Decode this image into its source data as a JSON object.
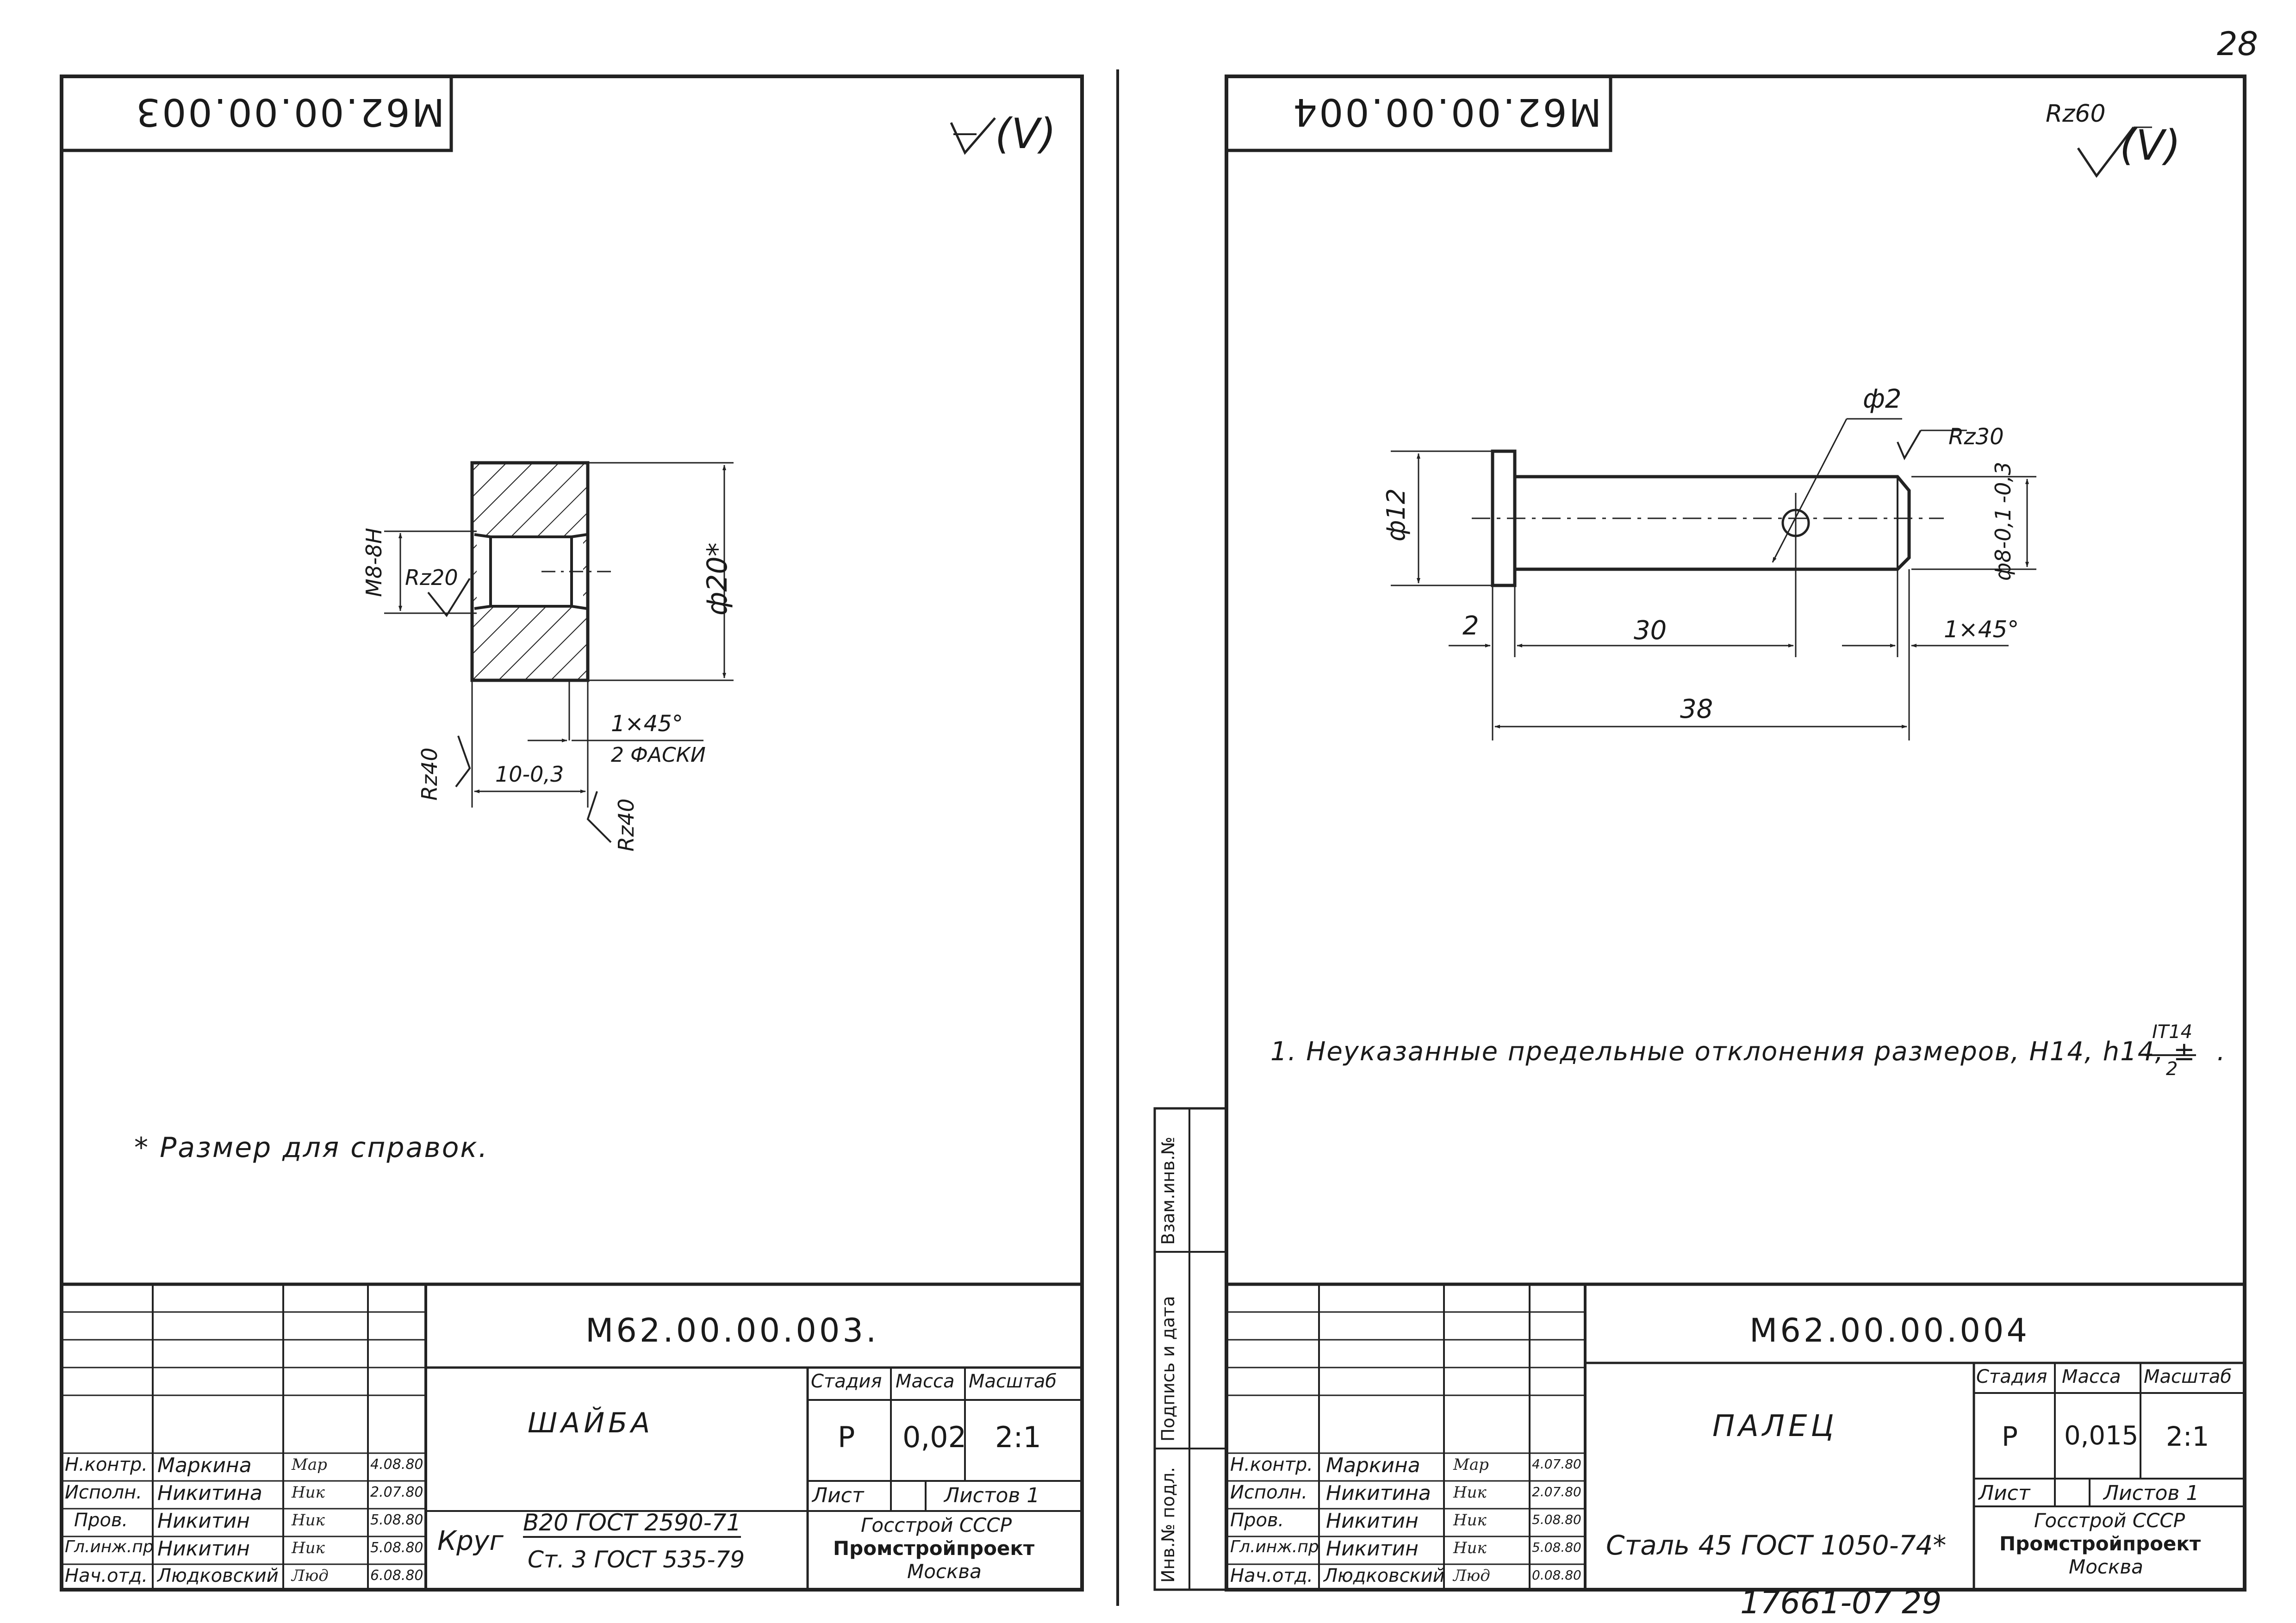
{
  "page_number": "28",
  "left": {
    "code_box": "М62.00.00.003",
    "roughness_mark": "(V)",
    "dims": {
      "thread": "М8-8Н",
      "rz_inner": "Rz20",
      "dia": "ф20*",
      "rz_left": "Rz40",
      "rz_bottom": "Rz40",
      "width": "10-0,3",
      "chamfer_top": "1×45°",
      "chamfer_bottom": "2 ФАСКИ"
    },
    "note": "* Размер для справок.",
    "title_block": {
      "doc_code": "М62.00.00.003.",
      "name": "ШАЙБА",
      "stage_hdr": "Стадия",
      "mass_hdr": "Масса",
      "scale_hdr": "Масштаб",
      "stage": "Р",
      "mass": "0,02",
      "scale": "2:1",
      "sheet_lbl": "Лист",
      "sheets_lbl": "Листов 1",
      "material_prefix": "Круг",
      "material_top": "В20 ГОСТ 2590-71",
      "material_bottom": "Ст. 3 ГОСТ 535-79",
      "org_1": "Госстрой СССР",
      "org_2": "Промстройпроект",
      "org_3": "Москва",
      "roles": [
        "Н.контр.",
        "Исполн.",
        "Пров.",
        "Гл.инж.пр",
        "Нач.отд."
      ],
      "people": [
        "Маркина",
        "Никитина",
        "Никитин",
        "Никитин",
        "Людковский"
      ],
      "signatures": [
        "Мар",
        "Ник",
        "Ник",
        "Ник",
        "Люд"
      ],
      "dates": [
        "4.08.80",
        "2.07.80",
        "5.08.80",
        "5.08.80",
        "6.08.80"
      ]
    }
  },
  "right": {
    "code_box": "М62.00.00.004",
    "roughness_mark": "Rz60",
    "roughness_paren": "(V)",
    "dims": {
      "hole": "ф2",
      "rz30": "Rz30",
      "dia_head": "ф12",
      "dia_shaft": "ф8-0,1 -0,3",
      "d2": "2",
      "d30": "30",
      "chamfer": "1×45°",
      "d38": "38"
    },
    "note": "1. Неуказанные предельные отклонения размеров, Н14, h14, ±",
    "note_frac_top": "IT14",
    "note_frac_bottom": "2",
    "note_end": ".",
    "side_stamp": [
      "Инв.№ подл.",
      "Подпись и дата",
      "Взам.инв.№"
    ],
    "title_block": {
      "doc_code": "М62.00.00.004",
      "name": "ПАЛЕЦ",
      "stage_hdr": "Стадия",
      "mass_hdr": "Масса",
      "scale_hdr": "Масштаб",
      "stage": "Р",
      "mass": "0,015",
      "scale": "2:1",
      "sheet_lbl": "Лист",
      "sheets_lbl": "Листов 1",
      "material": "Сталь 45 ГОСТ 1050-74*",
      "org_1": "Госстрой СССР",
      "org_2": "Промстройпроект",
      "org_3": "Москва",
      "roles": [
        "Н.контр.",
        "Исполн.",
        "Пров.",
        "Гл.инж.пр",
        "Нач.отд."
      ],
      "people": [
        "Маркина",
        "Никитина",
        "Никитин",
        "Никитин",
        "Людковский"
      ],
      "signatures": [
        "Мар",
        "Ник",
        "Ник",
        "Ник",
        "Люд"
      ],
      "dates": [
        "4.07.80",
        "2.07.80",
        "5.08.80",
        "5.08.80",
        "0.08.80"
      ]
    }
  },
  "footer_number": "17661-07  29"
}
